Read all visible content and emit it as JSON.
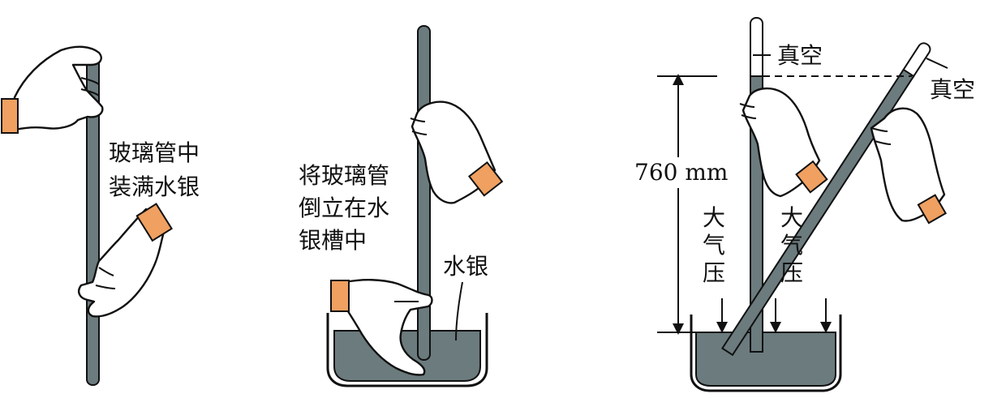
{
  "panel1": {
    "caption_line1": "玻璃管中",
    "caption_line2": "装满水银"
  },
  "panel2": {
    "caption_line1": "将玻璃管",
    "caption_line2": "倒立在水",
    "caption_line3": "银槽中",
    "mercury_label": "水银"
  },
  "panel3": {
    "vacuum_label_left": "真空",
    "vacuum_label_right": "真空",
    "height_label": "760 mm",
    "pressure_left": [
      "大",
      "气",
      "压"
    ],
    "pressure_right": [
      "大",
      "气",
      "压"
    ]
  },
  "colors": {
    "mercury": "#6b7b7e",
    "cuff": "#f0a060",
    "outline": "#111111"
  }
}
